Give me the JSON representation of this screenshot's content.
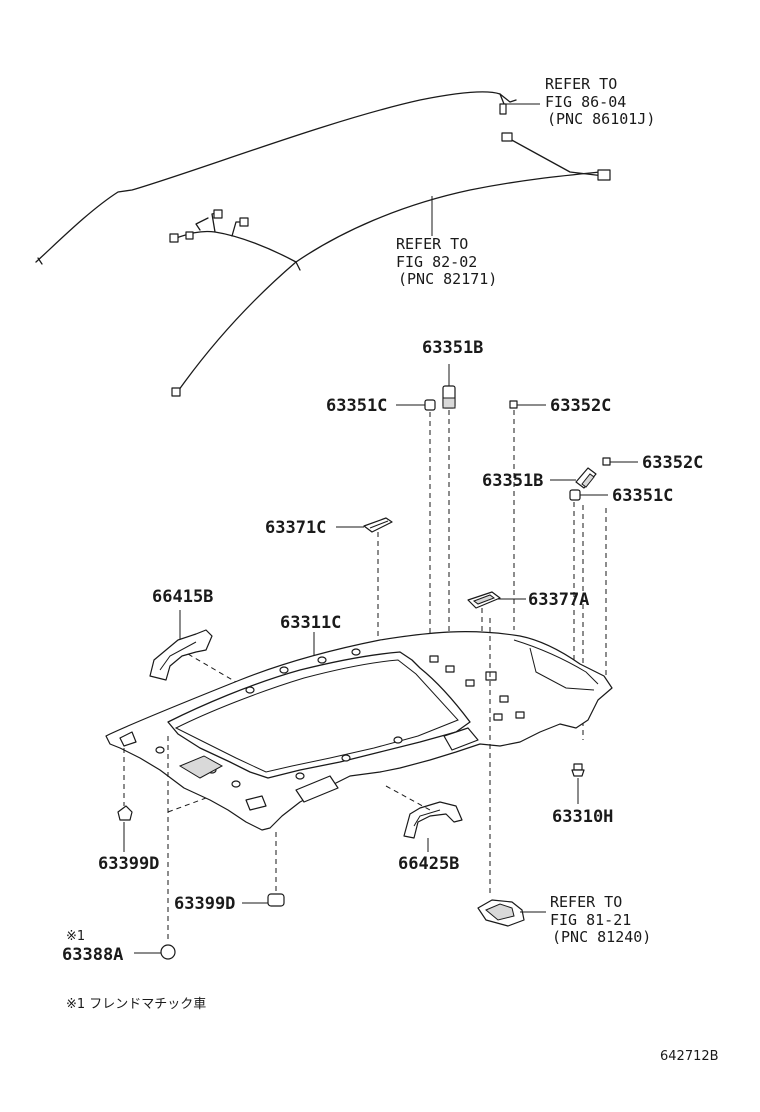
{
  "references": {
    "fig_86_04": {
      "line1": "REFER TO",
      "line2": "FIG 86-04",
      "line3": "(PNC 86101J)"
    },
    "fig_82_02": {
      "line1": "REFER TO",
      "line2": "FIG 82-02",
      "line3": "(PNC 82171)"
    },
    "fig_81_21": {
      "line1": "REFER TO",
      "line2": "FIG 81-21",
      "line3": "(PNC 81240)"
    }
  },
  "parts": {
    "p63351B_top": "63351B",
    "p63351C_left": "63351C",
    "p63352C_mid": "63352C",
    "p63352C_right": "63352C",
    "p63351B_right": "63351B",
    "p63351C_right": "63351C",
    "p63371C": "63371C",
    "p66415B": "66415B",
    "p63311C": "63311C",
    "p63377A": "63377A",
    "p63310H": "63310H",
    "p63399D_left": "63399D",
    "p66425B": "66425B",
    "p63399D_bottom": "63399D",
    "p63388A": "63388A"
  },
  "footnote": {
    "marker": "※1",
    "text": "※1  フレンドマチック車"
  },
  "diagram_code": "642712B"
}
